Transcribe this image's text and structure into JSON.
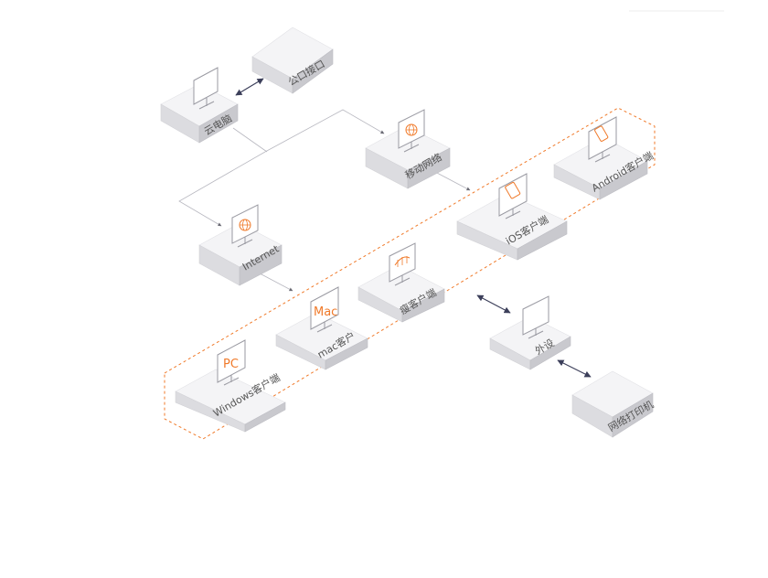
{
  "nodes": {
    "public_interface": {
      "label": "公口接口"
    },
    "cloud_pc": {
      "label": "云电脑"
    },
    "mobile_net": {
      "label": "移动网络"
    },
    "internet": {
      "label": "Internet"
    },
    "android": {
      "label": "Android客户端"
    },
    "ios": {
      "label": "iOS客户端"
    },
    "thin": {
      "label": "瘦客户端"
    },
    "mac": {
      "label": "mac客户",
      "glyph": "Mac"
    },
    "windows": {
      "label": "Windows客户端",
      "glyph": "PC"
    },
    "peripheral": {
      "label": "外设"
    },
    "printer": {
      "label": "网络打印机"
    }
  },
  "colors": {
    "accent": "#f07a2a",
    "connector": "#3c3f5a",
    "flow_line": "#b8b8c0"
  }
}
